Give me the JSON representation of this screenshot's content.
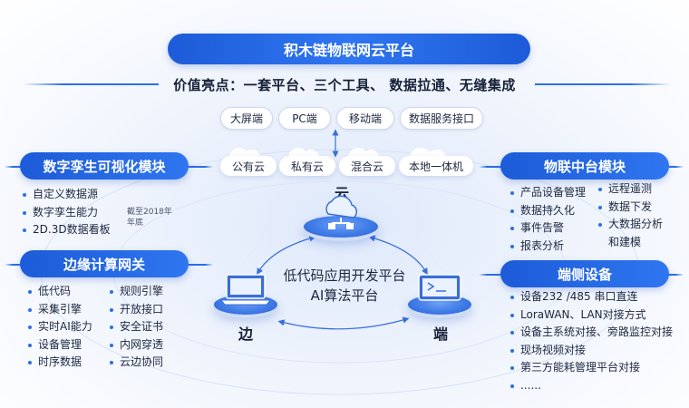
{
  "title": "积木链物联网云平台",
  "value_line": "价值亮点：一套平台、三个工具、 数据拉通、无缝集成",
  "endpoints": [
    "大屏端",
    "PC端",
    "移动端",
    "数据服务接口"
  ],
  "clouds": [
    "公有云",
    "私有云",
    "混合云",
    "本地一体机"
  ],
  "digital_twin": {
    "title": "数字孪生可视化模块",
    "items": [
      "自定义数据源",
      "数字孪生能力",
      "2D.3D数据看板"
    ],
    "note_line1": "截至2018年",
    "note_line2": "年底"
  },
  "edge_computing": {
    "title": "边缘计算网关",
    "col1": [
      "低代码",
      "采集引擎",
      "实时AI能力",
      "设备管理",
      "时序数据"
    ],
    "col2": [
      "规则引擎",
      "开放接口",
      "安全证书",
      "内网穿透",
      "云边协同"
    ]
  },
  "iot_platform": {
    "title": "物联中台模块",
    "col1": [
      "产品设备管理",
      "数据持久化",
      "事件告警",
      "报表分析"
    ],
    "col2": [
      "远程遥测",
      "数据下发",
      "大数据分析",
      "和建模"
    ]
  },
  "device_side": {
    "title": "端侧设备",
    "items": [
      "设备232 /485 串口直连",
      "LoraWAN、LAN对接方式",
      "设备主系统对接、旁路监控对接",
      "现场视频对接",
      "第三方能耗管理平台对接",
      "......"
    ]
  },
  "nodes": {
    "cloud": "云",
    "edge": "边",
    "device": "端"
  },
  "center": {
    "line1": "低代码应用开发平台",
    "line2": "AI算法平台"
  },
  "colors": {
    "primary": "#1d5bd8",
    "accent": "#2b6fe6"
  }
}
